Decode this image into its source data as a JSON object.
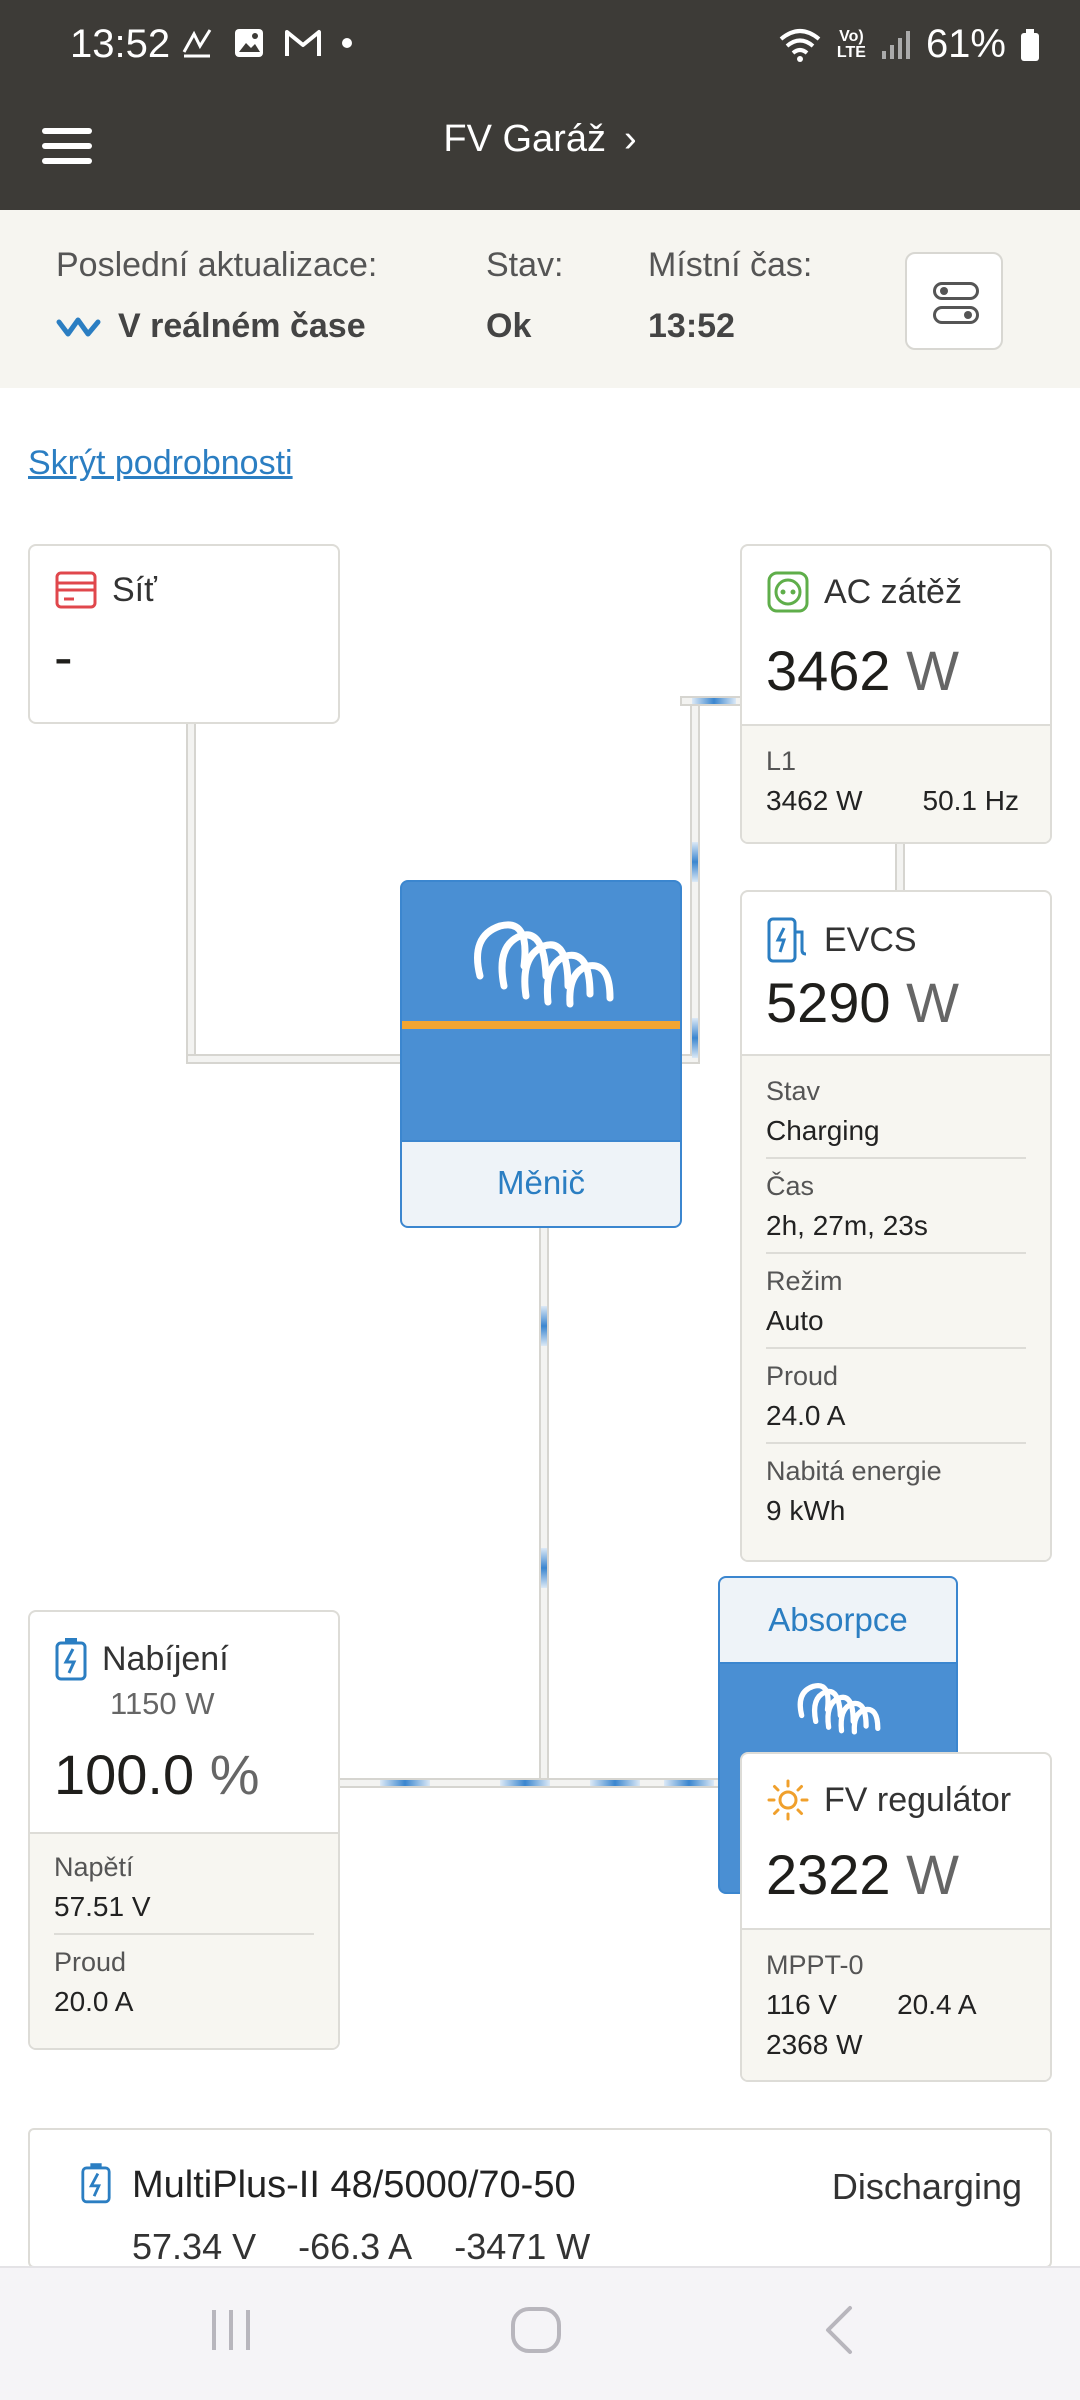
{
  "status_bar": {
    "time": "13:52",
    "battery": "61%",
    "lte_top": "Vo)",
    "lte_bottom": "LTE",
    "icons": [
      "app-notification-icon",
      "gallery-icon",
      "gmail-icon",
      "dot-icon",
      "wifi-icon",
      "signal-icon",
      "battery-icon"
    ]
  },
  "app_bar": {
    "title": "FV Garáž",
    "menu_icon": "hamburger-menu-icon"
  },
  "info": {
    "last_update_label": "Poslední aktualizace:",
    "last_update_value": "V reálném čase",
    "state_label": "Stav:",
    "state_value": "Ok",
    "local_time_label": "Místní čas:",
    "local_time_value": "13:52"
  },
  "hide_details": "Skrýt podrobnosti",
  "grid": {
    "title": "Síť",
    "value": "-"
  },
  "ac_load": {
    "title": "AC zátěž",
    "value": "3462",
    "unit": "W",
    "phase_label": "L1",
    "phase_power": "3462 W",
    "phase_freq": "50.1 Hz"
  },
  "evcs": {
    "title": "EVCS",
    "value": "5290",
    "unit": "W",
    "fields": [
      {
        "label": "Stav",
        "value": "Charging"
      },
      {
        "label": "Čas",
        "value": "2h, 27m, 23s"
      },
      {
        "label": "Režim",
        "value": "Auto"
      },
      {
        "label": "Proud",
        "value": "24.0 A"
      },
      {
        "label": "Nabitá energie",
        "value": "9 kWh"
      }
    ]
  },
  "inverter": {
    "label": "Měnič"
  },
  "battery": {
    "title": "Nabíjení",
    "power": "1150 W",
    "soc": "100.0",
    "soc_unit": "%",
    "soc_fraction": 1.0,
    "fields": [
      {
        "label": "Napětí",
        "value": "57.51 V"
      },
      {
        "label": "Proud",
        "value": "20.0 A"
      }
    ]
  },
  "charger": {
    "state": "Absorpce"
  },
  "pv": {
    "title": "FV regulátor",
    "value": "2322",
    "unit": "W",
    "mppt_label": "MPPT-0",
    "mppt_voltage": "116 V",
    "mppt_current": "20.4 A",
    "mppt_power": "2368 W"
  },
  "system": {
    "title": "MultiPlus-II 48/5000/70-50",
    "state": "Discharging",
    "voltage": "57.34 V",
    "current": "-66.3 A",
    "power": "-3471 W"
  },
  "colors": {
    "header_bg": "#3d3b37",
    "accent_blue": "#2b7ec2",
    "victron_blue": "#4a8fd3",
    "inverter_stripe": "#f2a531",
    "grid_red": "#e0474c",
    "ac_green": "#5fae4a",
    "pv_orange": "#f0a02c"
  }
}
